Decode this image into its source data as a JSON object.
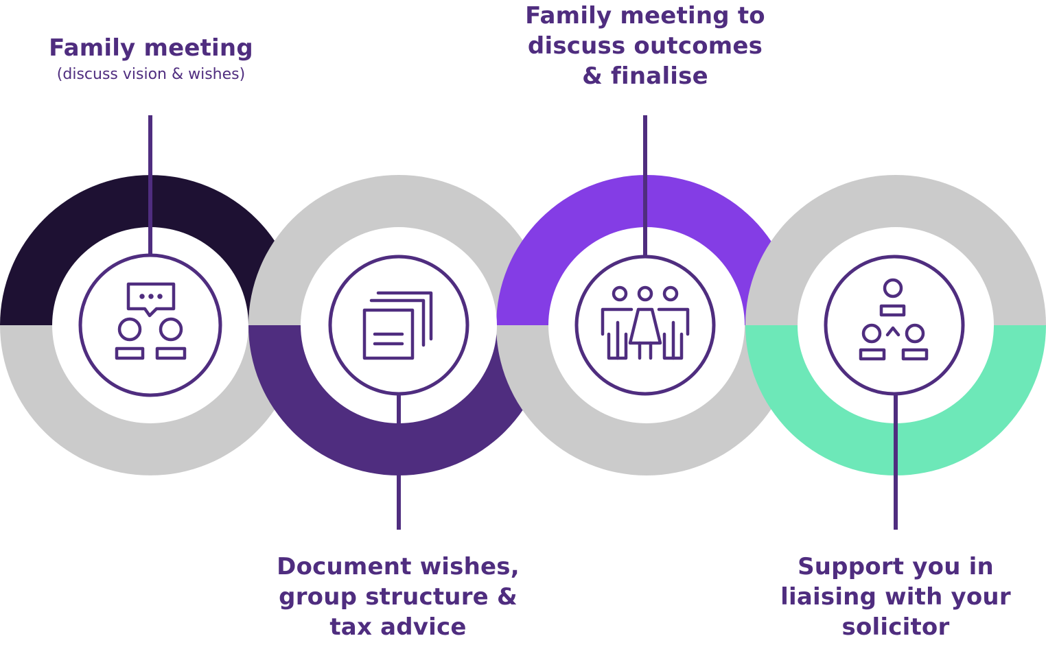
{
  "colors": {
    "dark": "#1e1133",
    "purple": "#4f2d7f",
    "violet": "#843de5",
    "mint": "#6de8b8",
    "grey": "#cbcbcb",
    "white": "#ffffff"
  },
  "steps": [
    {
      "title_lines": [
        "Family meeting"
      ],
      "subtitle": "(discuss vision & wishes)",
      "icon": "family-meeting-icon",
      "accent": "dark",
      "accent_half": "top"
    },
    {
      "title_lines": [
        "Document wishes,",
        "group structure &",
        "tax advice"
      ],
      "subtitle": "",
      "icon": "documents-icon",
      "accent": "purple",
      "accent_half": "bottom"
    },
    {
      "title_lines": [
        "Family meeting to",
        "discuss outcomes",
        "& finalise"
      ],
      "subtitle": "",
      "icon": "family-group-icon",
      "accent": "violet",
      "accent_half": "top"
    },
    {
      "title_lines": [
        "Support you in",
        "liaising with your",
        "solicitor"
      ],
      "subtitle": "",
      "icon": "hierarchy-icon",
      "accent": "mint",
      "accent_half": "bottom"
    }
  ]
}
